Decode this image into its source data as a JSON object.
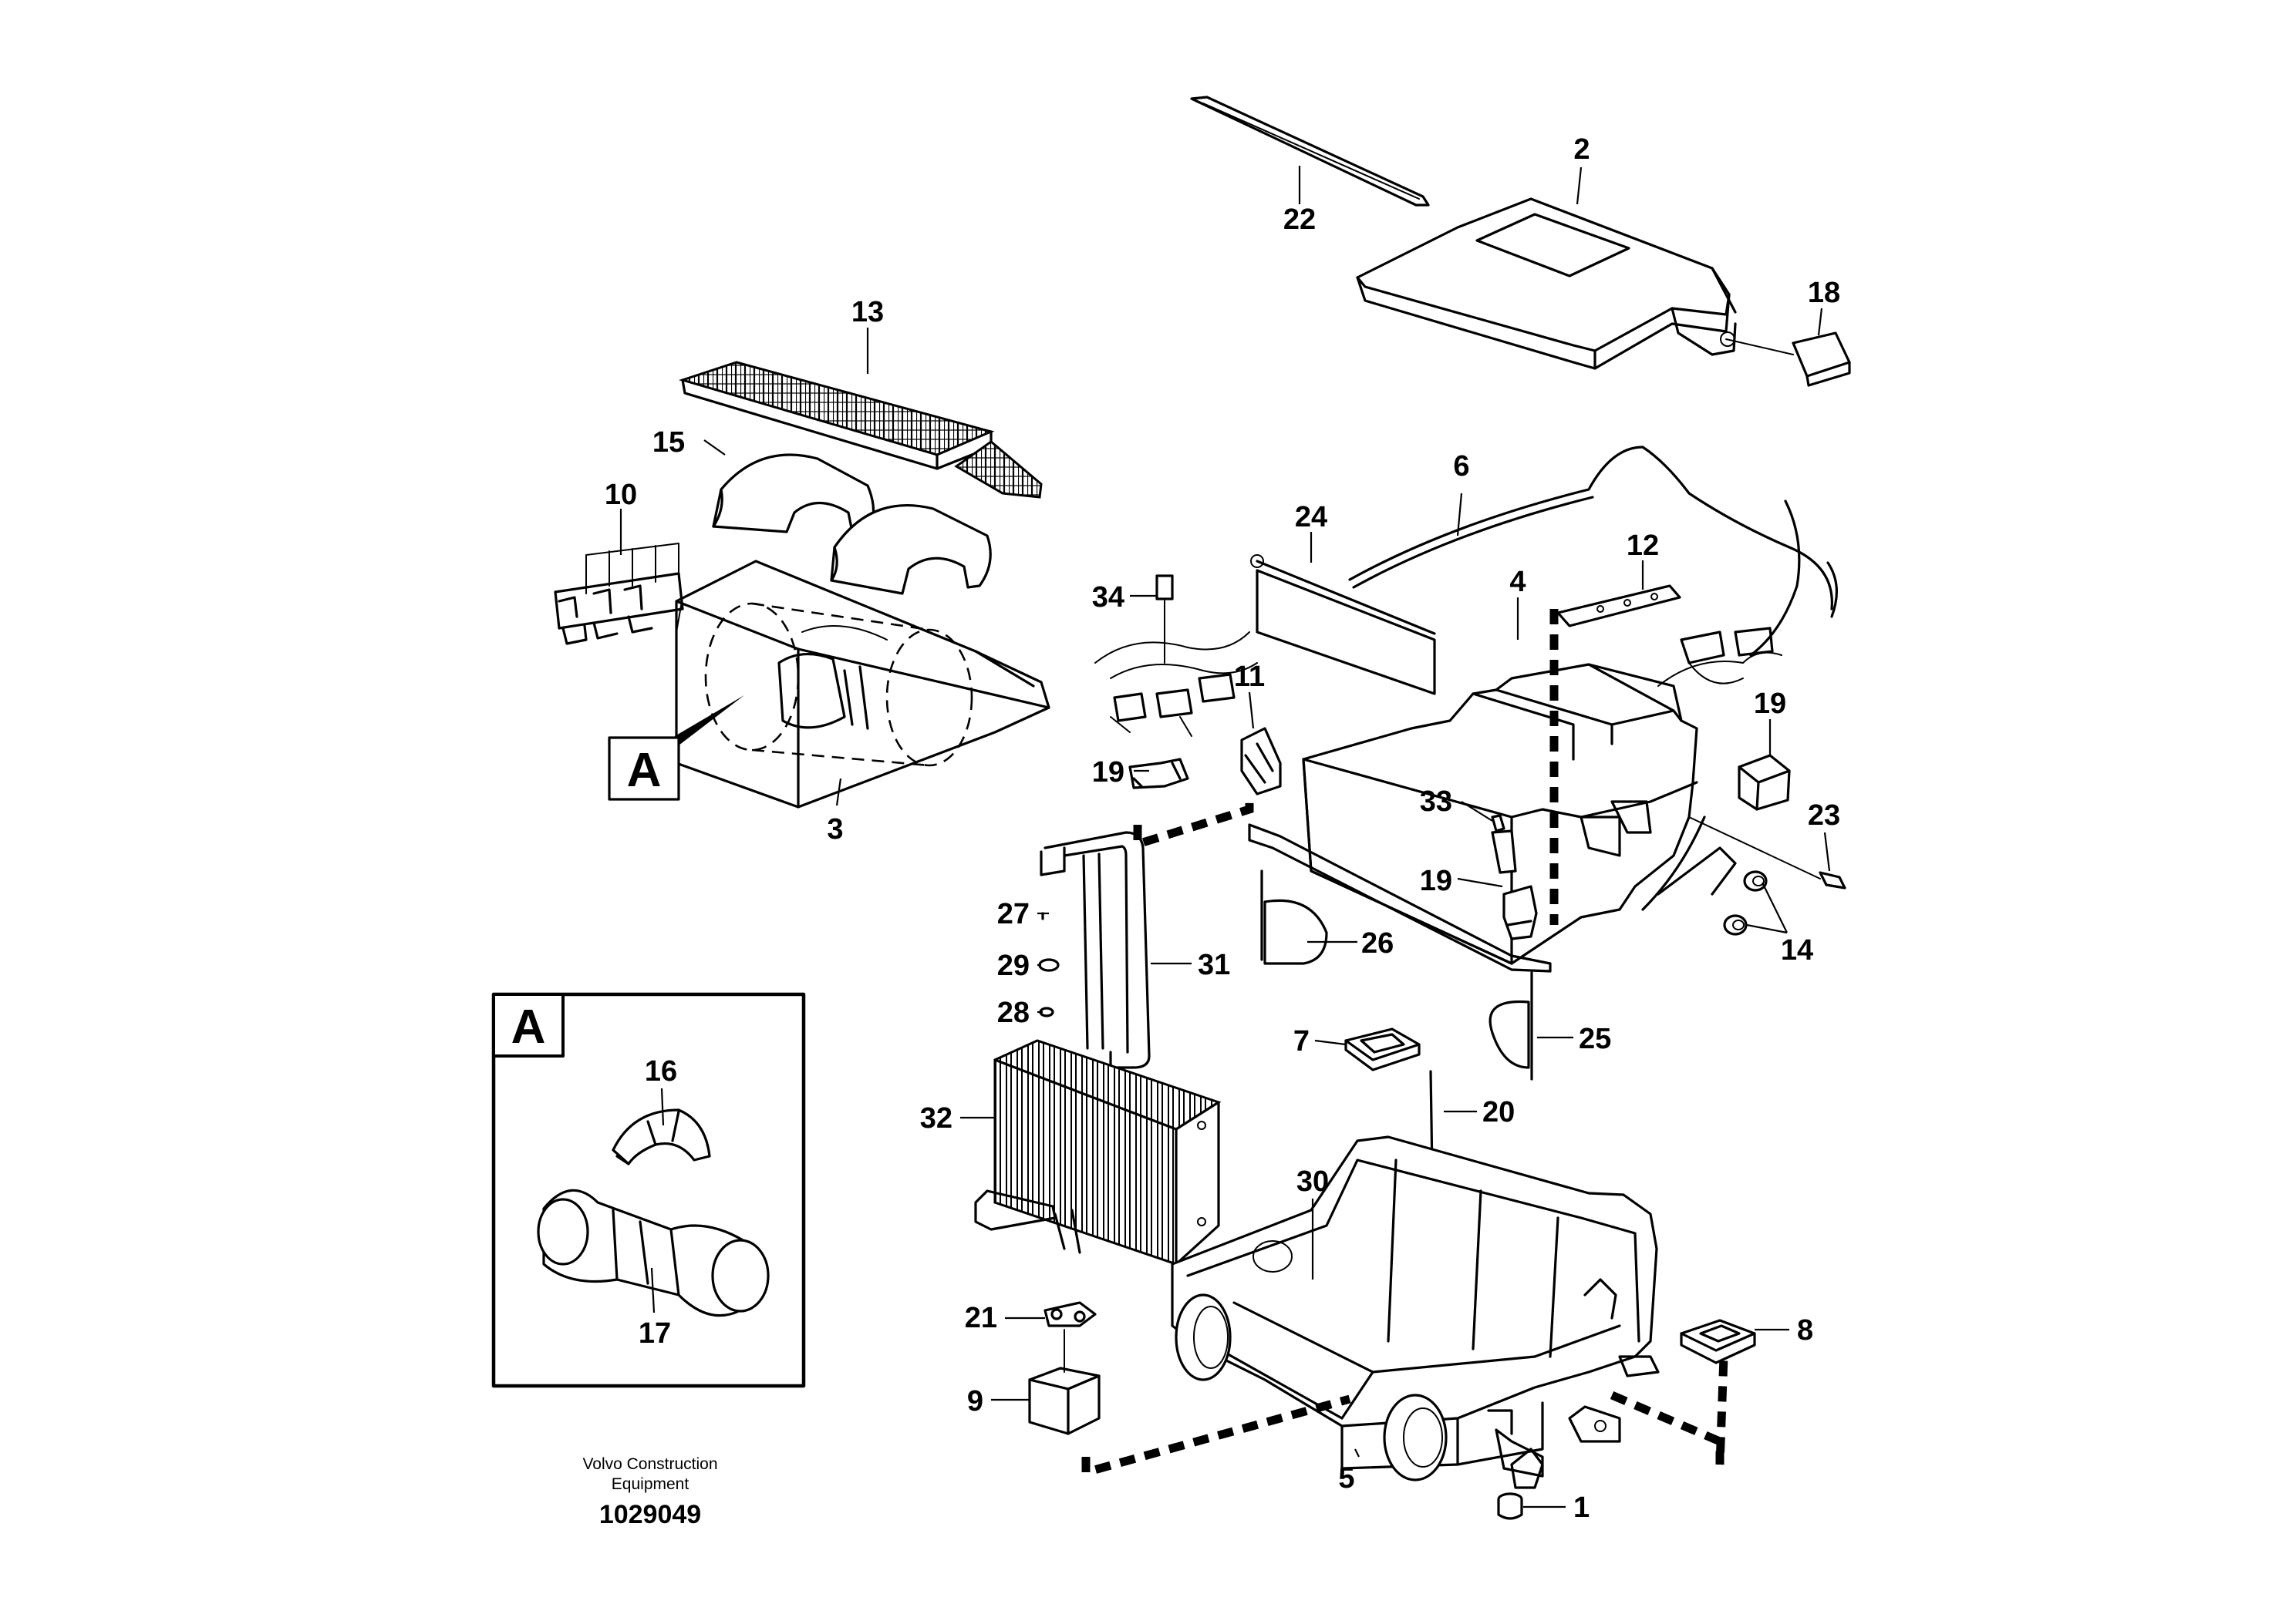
{
  "diagram": {
    "callouts": {
      "c1": "1",
      "c2": "2",
      "c3": "3",
      "c4": "4",
      "c5": "5",
      "c6": "6",
      "c7": "7",
      "c8": "8",
      "c9": "9",
      "c10": "10",
      "c11": "11",
      "c12": "12",
      "c13": "13",
      "c14": "14",
      "c15": "15",
      "c16": "16",
      "c17": "17",
      "c18": "18",
      "c19a": "19",
      "c19b": "19",
      "c19c": "19",
      "c20": "20",
      "c21": "21",
      "c22": "22",
      "c23": "23",
      "c24": "24",
      "c25": "25",
      "c26": "26",
      "c27": "27",
      "c28": "28",
      "c29": "29",
      "c30": "30",
      "c31": "31",
      "c32": "32",
      "c33": "33",
      "c34": "34"
    },
    "detail_reference": "A",
    "detail_inset_label": "A"
  },
  "footer": {
    "manufacturer_line1": "Volvo Construction",
    "manufacturer_line2": "Equipment",
    "drawing_number": "1029049"
  }
}
